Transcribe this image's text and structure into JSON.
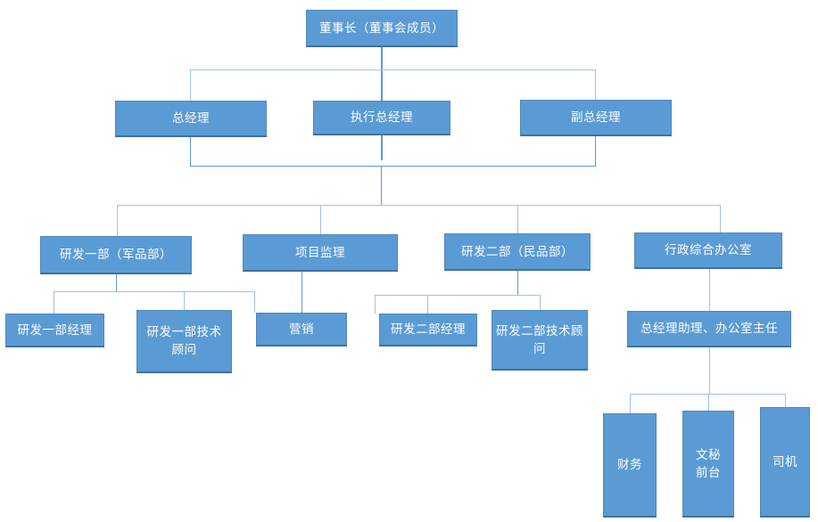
{
  "chart_title": "",
  "theme": {
    "node_fill": "#5B9BD5",
    "node_border": "#5087B8",
    "node_border_bottom": "#41719C",
    "node_text": "#FFFFFF",
    "connector": "#9DC3E6",
    "connector_dark": "#5B9BD5",
    "background": "#FFFFFF"
  },
  "org_chart": {
    "type": "org-tree",
    "levels": 5,
    "nodes": [
      {
        "id": "chairman",
        "label": "董事长（董事会成员）",
        "level": 0,
        "parent": null
      },
      {
        "id": "gm",
        "label": "总经理",
        "level": 1,
        "parent": "chairman"
      },
      {
        "id": "exec_gm",
        "label": "执行总经理",
        "level": 1,
        "parent": "chairman"
      },
      {
        "id": "deputy_gm",
        "label": "副总经理",
        "level": 1,
        "parent": "chairman"
      },
      {
        "id": "rd1",
        "label": "研发一部（军品部）",
        "level": 2,
        "parent": "gm"
      },
      {
        "id": "pm_super",
        "label": "项目监理",
        "level": 2,
        "parent": "gm"
      },
      {
        "id": "rd2",
        "label": "研发二部（民品部）",
        "level": 2,
        "parent": "gm"
      },
      {
        "id": "admin_office",
        "label": "行政综合办公室",
        "level": 2,
        "parent": "gm"
      },
      {
        "id": "rd1_mgr",
        "label": "研发一部经理",
        "level": 3,
        "parent": "rd1"
      },
      {
        "id": "rd1_tech",
        "label": "研发一部技术顾问",
        "level": 3,
        "parent": "rd1"
      },
      {
        "id": "marketing",
        "label": "营销",
        "level": 3,
        "parent": "pm_super"
      },
      {
        "id": "rd2_mgr",
        "label": "研发二部经理",
        "level": 3,
        "parent": "rd2"
      },
      {
        "id": "rd2_tech",
        "label": "研发二部技术顾问",
        "level": 3,
        "parent": "rd2"
      },
      {
        "id": "gm_assistant",
        "label": "总经理助理、办公室主任",
        "level": 3,
        "parent": "admin_office"
      },
      {
        "id": "finance",
        "label": "财务",
        "level": 4,
        "parent": "gm_assistant"
      },
      {
        "id": "secretary",
        "label": "文秘\n前台",
        "level": 4,
        "parent": "gm_assistant"
      },
      {
        "id": "driver",
        "label": "司机",
        "level": 4,
        "parent": "gm_assistant"
      }
    ]
  }
}
